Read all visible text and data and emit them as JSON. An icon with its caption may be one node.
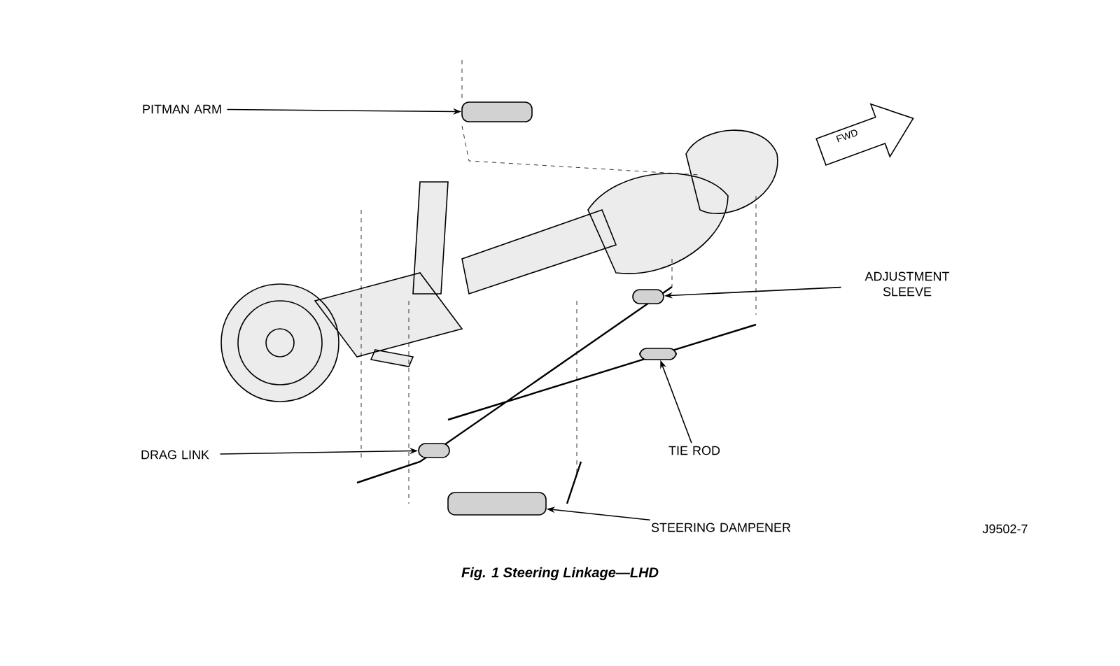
{
  "diagram": {
    "caption": "Fig. 1 Steering Linkage—LHD",
    "nodes": [
      {
        "text": [
          "PITMAN ARM"
        ]
      },
      {
        "text": [],
        "shape": "bar"
      },
      {
        "text": [
          "ADJUSTMENT SLEEVE"
        ]
      },
      {
        "text": [],
        "shape": "bar"
      },
      {
        "text": [
          "DRAG LINK"
        ]
      },
      {
        "text": [],
        "shape": "bar"
      },
      {
        "text": [
          "TIE ROD"
        ]
      },
      {
        "text": [],
        "shape": "bar"
      },
      {
        "text": [
          "STEERING DAMPENER"
        ]
      },
      {
        "text": [],
        "shape": "bar"
      }
    ],
    "edges": [
      {
        "from": 0,
        "to": 1,
        "arrow": "to"
      },
      {
        "from": 2,
        "to": 3,
        "arrow": "to"
      },
      {
        "from": 4,
        "to": 5,
        "arrow": "to"
      },
      {
        "from": 6,
        "to": 7,
        "arrow": "to"
      },
      {
        "from": 8,
        "to": 9,
        "arrow": "to"
      }
    ],
    "labels": [
      "FWD",
      "J9502-7"
    ]
  }
}
